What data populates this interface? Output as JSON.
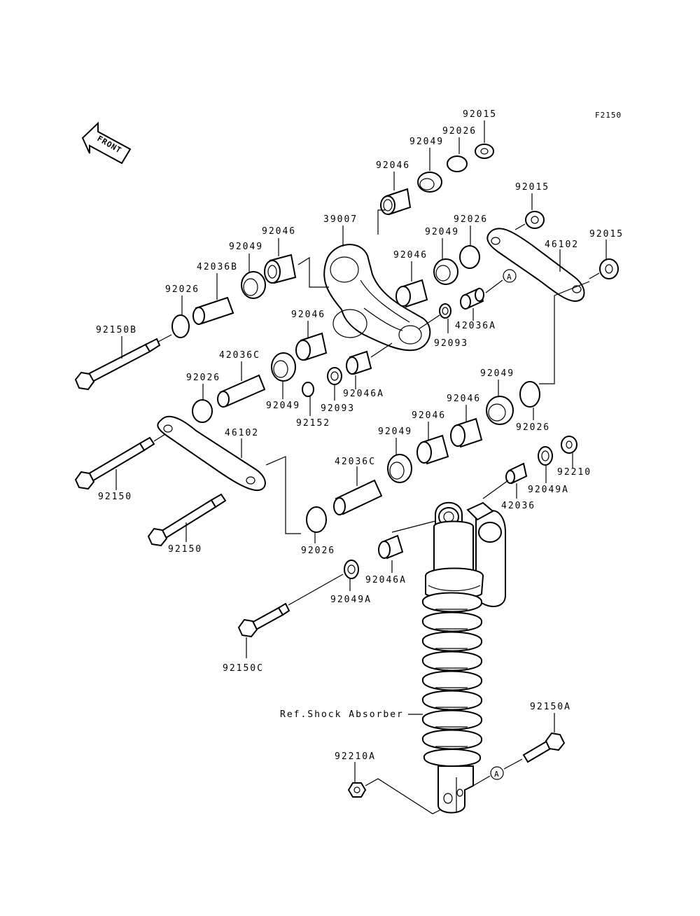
{
  "diagram": {
    "code": "F2150",
    "front_label": "FRONT",
    "callout_a": "A",
    "labels": {
      "p92015_top": "92015",
      "p92026_top": "92026",
      "p92049_top": "92049",
      "p92046_top": "92046",
      "p39007": "39007",
      "p92046_left": "92046",
      "p92049_left": "92049",
      "p42036b": "42036B",
      "p92026_left": "92026",
      "p92150b": "92150B",
      "p92015_mid": "92015",
      "p92026_mid": "92026",
      "p92049_mid": "92049",
      "p92015_right": "92015",
      "p46102_right": "46102",
      "p92046_mid": "92046",
      "p42036a": "42036A",
      "p92093_right": "92093",
      "p92046_center": "92046",
      "p42036c_left": "42036C",
      "p92026_left2": "92026",
      "p92049_center": "92049",
      "p92093_center": "92093",
      "p92046a_center": "92046A",
      "p92152": "92152",
      "p92049_right": "92049",
      "p92026_right": "92026",
      "p92046_right": "92046",
      "p92046_right2": "92046",
      "p92049_right2": "92049",
      "p46102_left": "46102",
      "p92150_upper": "92150",
      "p92150_lower": "92150",
      "p42036c_center": "42036C",
      "p92026_bottom": "92026",
      "p92210": "92210",
      "p92049a_right": "92049A",
      "p42036": "42036",
      "p92046a_lower": "92046A",
      "p92049a_lower": "92049A",
      "p92150c": "92150C",
      "shock_ref": "Ref.Shock Absorber",
      "p92150a": "92150A",
      "p92210a": "92210A"
    }
  }
}
